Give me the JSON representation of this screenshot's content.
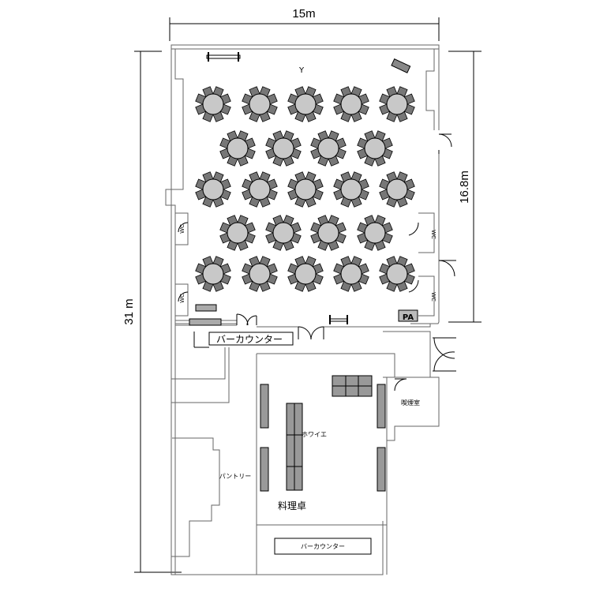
{
  "dimensions": {
    "width": "15m",
    "height": "31 m",
    "hall_height": "16.8m"
  },
  "labels": {
    "bar_counter_top": "バーカウンター",
    "bar_counter_bottom": "バーカウンター",
    "foyer": "ホワイエ",
    "pantry": "パントリー",
    "cooking_table": "料理卓",
    "smoking_room": "喫煙室",
    "pa": "PA",
    "wc_left_upper": "WC",
    "wc_left_lower": "WC",
    "wc_right_upper": "WC",
    "wc_right_lower": "WC"
  },
  "hall": {
    "table_rows": [
      5,
      4,
      5,
      4,
      5
    ],
    "chairs_per_table": 8
  }
}
